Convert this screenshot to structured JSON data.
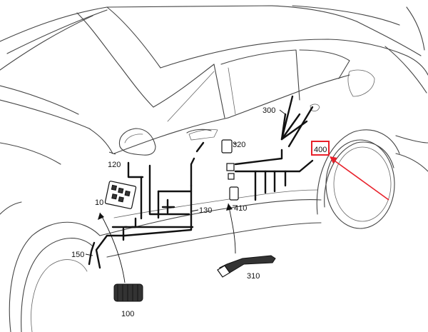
{
  "callouts": {
    "c100": "100",
    "c10": "10",
    "c120": "120",
    "c130": "130",
    "c150": "150",
    "c300": "300",
    "c310": "310",
    "c320": "320",
    "c400": "400",
    "c410": "410"
  },
  "highlight": {
    "target": "400",
    "color": "#e8202a"
  }
}
